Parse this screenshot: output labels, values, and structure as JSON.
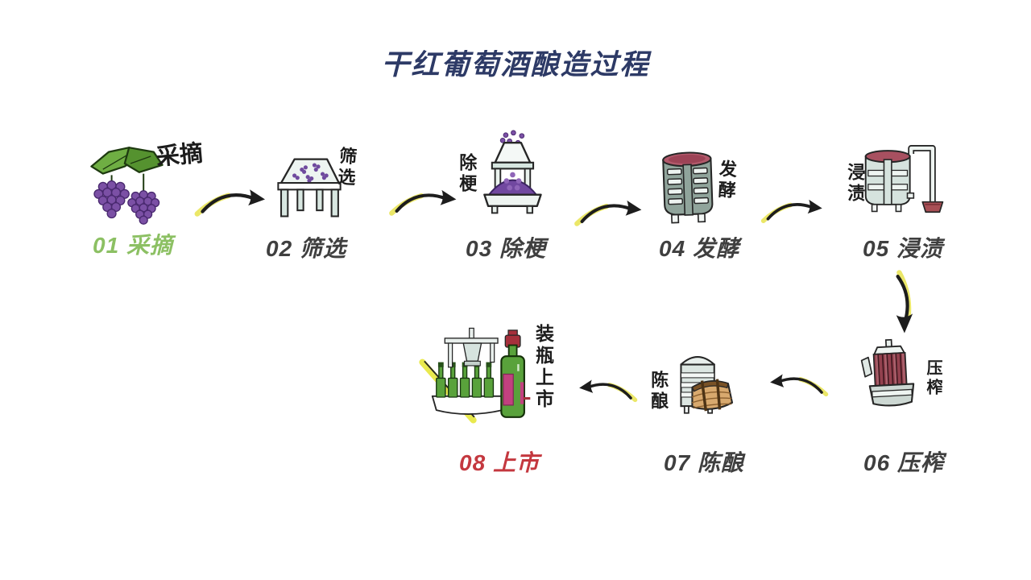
{
  "title": "干红葡萄酒酿造过程",
  "colors": {
    "title": "#2d3a66",
    "step_label_default": "#3f3f3f",
    "step_label_green": "#8cc063",
    "step_label_red": "#c4383f",
    "arrow_ink": "#1d1d1d",
    "arrow_highlight": "#ebe768",
    "grape_purple": "#7b50a5",
    "leaf_green": "#6fae43",
    "tank_red_top": "#b2596b",
    "press_red": "#93414e",
    "barrel_brown": "#d8a96e",
    "bottle_green": "#59a23b",
    "bottle_label_magenta": "#c2417f"
  },
  "steps": [
    {
      "number": "01",
      "name": "采摘",
      "label": "01 采摘",
      "annotation": "采摘",
      "icon": "grapes-illustration",
      "label_color": "#8cc063"
    },
    {
      "number": "02",
      "name": "筛选",
      "label": "02 筛选",
      "annotation": "筛选",
      "icon": "sorting-table-illustration",
      "label_color": "#3f3f3f"
    },
    {
      "number": "03",
      "name": "除梗",
      "label": "03 除梗",
      "annotation": "除梗",
      "icon": "destemmer-illustration",
      "label_color": "#3f3f3f"
    },
    {
      "number": "04",
      "name": "发酵",
      "label": "04 发酵",
      "annotation": "发酵",
      "icon": "fermentation-tank-illustration",
      "label_color": "#3f3f3f"
    },
    {
      "number": "05",
      "name": "浸渍",
      "label": "05 浸渍",
      "annotation": "浸渍",
      "icon": "maceration-tank-illustration",
      "label_color": "#3f3f3f"
    },
    {
      "number": "06",
      "name": "压榨",
      "label": "06 压榨",
      "annotation": "压榨",
      "icon": "wine-press-illustration",
      "label_color": "#3f3f3f"
    },
    {
      "number": "07",
      "name": "陈酿",
      "label": "07 陈酿",
      "annotation": "陈酿",
      "icon": "aging-barrel-illustration",
      "label_color": "#3f3f3f"
    },
    {
      "number": "08",
      "name": "上市",
      "label": "08 上市",
      "annotation": "装瓶上市",
      "icon": "bottling-illustration",
      "label_color": "#c4383f"
    }
  ],
  "arrows": [
    {
      "from": "01",
      "to": "02",
      "direction": "right"
    },
    {
      "from": "02",
      "to": "03",
      "direction": "right"
    },
    {
      "from": "03",
      "to": "04",
      "direction": "right"
    },
    {
      "from": "04",
      "to": "05",
      "direction": "right"
    },
    {
      "from": "05",
      "to": "06",
      "direction": "down"
    },
    {
      "from": "06",
      "to": "07",
      "direction": "left"
    },
    {
      "from": "07",
      "to": "08",
      "direction": "left"
    }
  ]
}
